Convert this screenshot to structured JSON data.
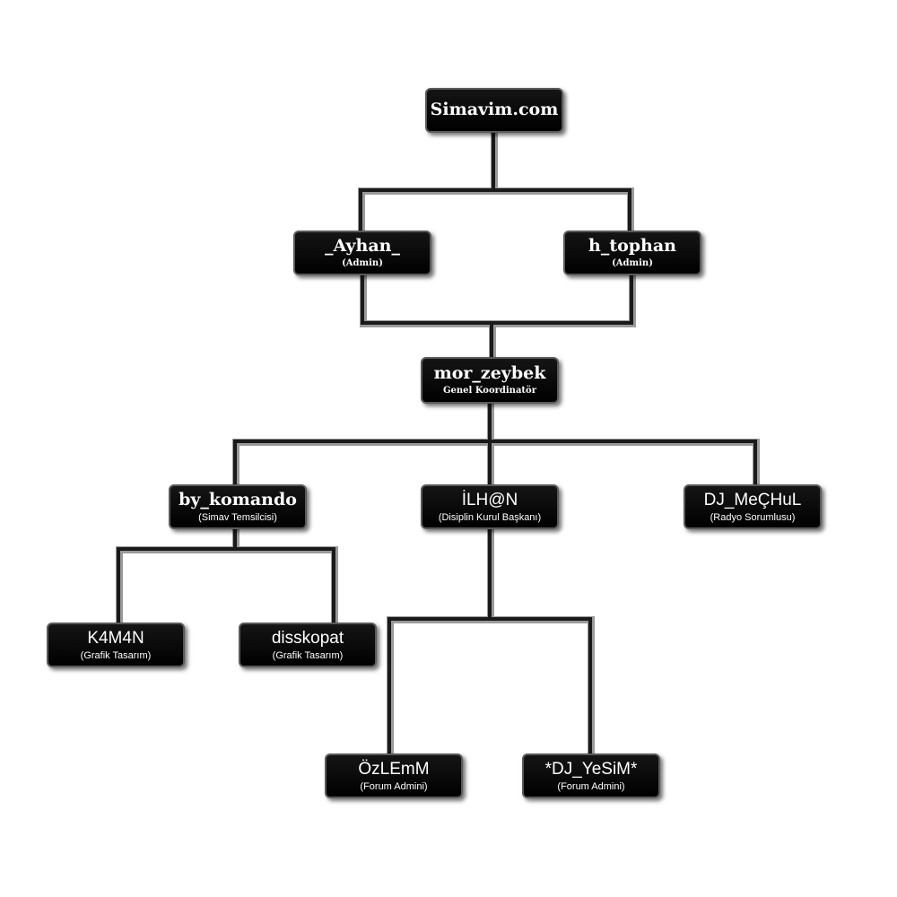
{
  "nodes": {
    "root": {
      "name": "Simavim.com",
      "role": ""
    },
    "ayhan": {
      "name": "_Ayhan_",
      "role": "(Admin)"
    },
    "tophan": {
      "name": "h_tophan",
      "role": "(Admin)"
    },
    "mor": {
      "name": "mor_zeybek",
      "role": "Genel Koordinatör"
    },
    "komando": {
      "name": "by_komando",
      "role": "(Simav Temsilcisi)"
    },
    "ilhan": {
      "name": "İLH@N",
      "role": "(Disiplin Kurul Başkanı)"
    },
    "mechul": {
      "name": "DJ_MeÇHuL",
      "role": "(Radyo Sorumlusu)"
    },
    "k4m4n": {
      "name": "K4M4N",
      "role": "(Grafik Tasarım)"
    },
    "disskopat": {
      "name": "disskopat",
      "role": "(Grafik Tasarım)"
    },
    "ozlemm": {
      "name": "ÖzLEmM",
      "role": "(Forum Admini)"
    },
    "yesim": {
      "name": "*DJ_YeSiM*",
      "role": "(Forum Admini)"
    }
  },
  "colors": {
    "node_fill": "#000000",
    "node_border": "#5a5a5a",
    "connector": "#1a1a1a",
    "connector_highlight": "#9a9a9a",
    "text": "#ffffff",
    "background": "#ffffff"
  }
}
